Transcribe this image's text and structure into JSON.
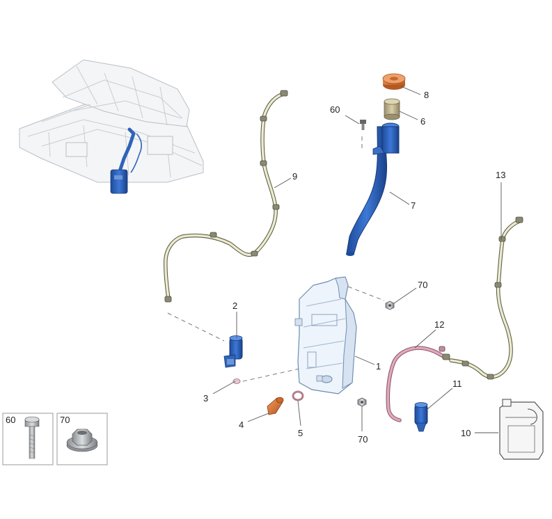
{
  "callouts": {
    "p1": "1",
    "p2": "2",
    "p3": "3",
    "p4": "4",
    "p5": "5",
    "p6": "6",
    "p7": "7",
    "p8": "8",
    "p9": "9",
    "p10": "10",
    "p11": "11",
    "p12": "12",
    "p13": "13",
    "p60": "60",
    "p70_top": "70",
    "p70_bottom": "70"
  },
  "legend": {
    "bolt_label": "60",
    "nut_label": "70"
  },
  "colors": {
    "part_blue": "#2f63b8",
    "part_orange": "#e07a3a",
    "hose_pink": "#d79ab0",
    "tank_outline": "#6b8bb0"
  }
}
